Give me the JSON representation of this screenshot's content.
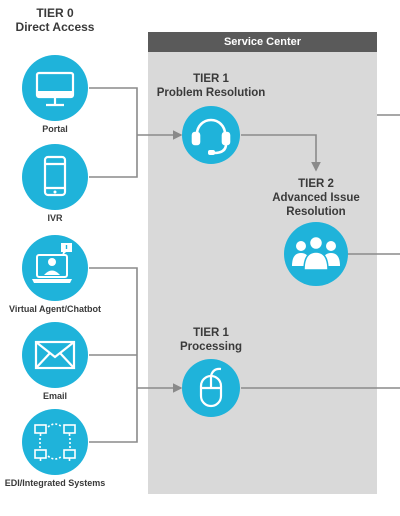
{
  "tier0": {
    "line1": "TIER 0",
    "line2": "Direct Access"
  },
  "service_center": {
    "title": "Service Center"
  },
  "channels": [
    {
      "label": "Portal",
      "icon": "desktop-monitor-icon"
    },
    {
      "label": "IVR",
      "icon": "mobile-phone-icon"
    },
    {
      "label": "Virtual Agent/Chatbot",
      "icon": "virtual-agent-icon"
    },
    {
      "label": "Email",
      "icon": "envelope-icon"
    },
    {
      "label": "EDI/Integrated Systems",
      "icon": "network-systems-icon"
    }
  ],
  "tiers": {
    "problem_resolution": {
      "line1": "TIER 1",
      "line2": "Problem Resolution",
      "icon": "headset-icon"
    },
    "advanced": {
      "line1": "TIER 2",
      "line2": "Advanced Issue",
      "line3": "Resolution",
      "icon": "people-group-icon"
    },
    "processing": {
      "line1": "TIER 1",
      "line2": "Processing",
      "icon": "mouse-icon"
    }
  },
  "colors": {
    "circle": "#1fb3da",
    "panel": "#d9d9d9",
    "header": "#5a5a5a",
    "connector": "#8a8a8a",
    "text": "#3a3a3a"
  }
}
